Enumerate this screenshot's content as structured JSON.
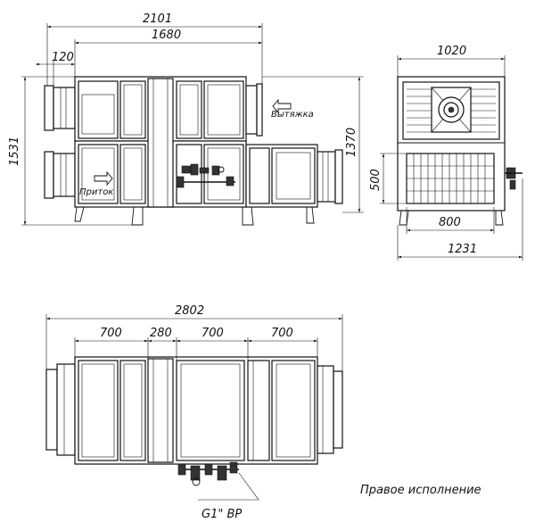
{
  "front_view": {
    "dim_overall_length": "2101",
    "dim_inner_length": "1680",
    "dim_flange": "120",
    "dim_height_total": "1531",
    "dim_height_lower": "1370",
    "label_exhaust": "Вытяжка",
    "label_supply": "Приток"
  },
  "side_view": {
    "dim_top_width": "1020",
    "dim_bottom_width": "1231",
    "dim_inner_width": "800",
    "dim_inner_height": "500"
  },
  "top_view": {
    "dim_overall": "2802",
    "dim_seg_1": "700",
    "dim_seg_2": "280",
    "dim_seg_3": "700",
    "dim_seg_4": "700",
    "label_connection": "G1\" ВР"
  },
  "caption": "Правое исполнение"
}
